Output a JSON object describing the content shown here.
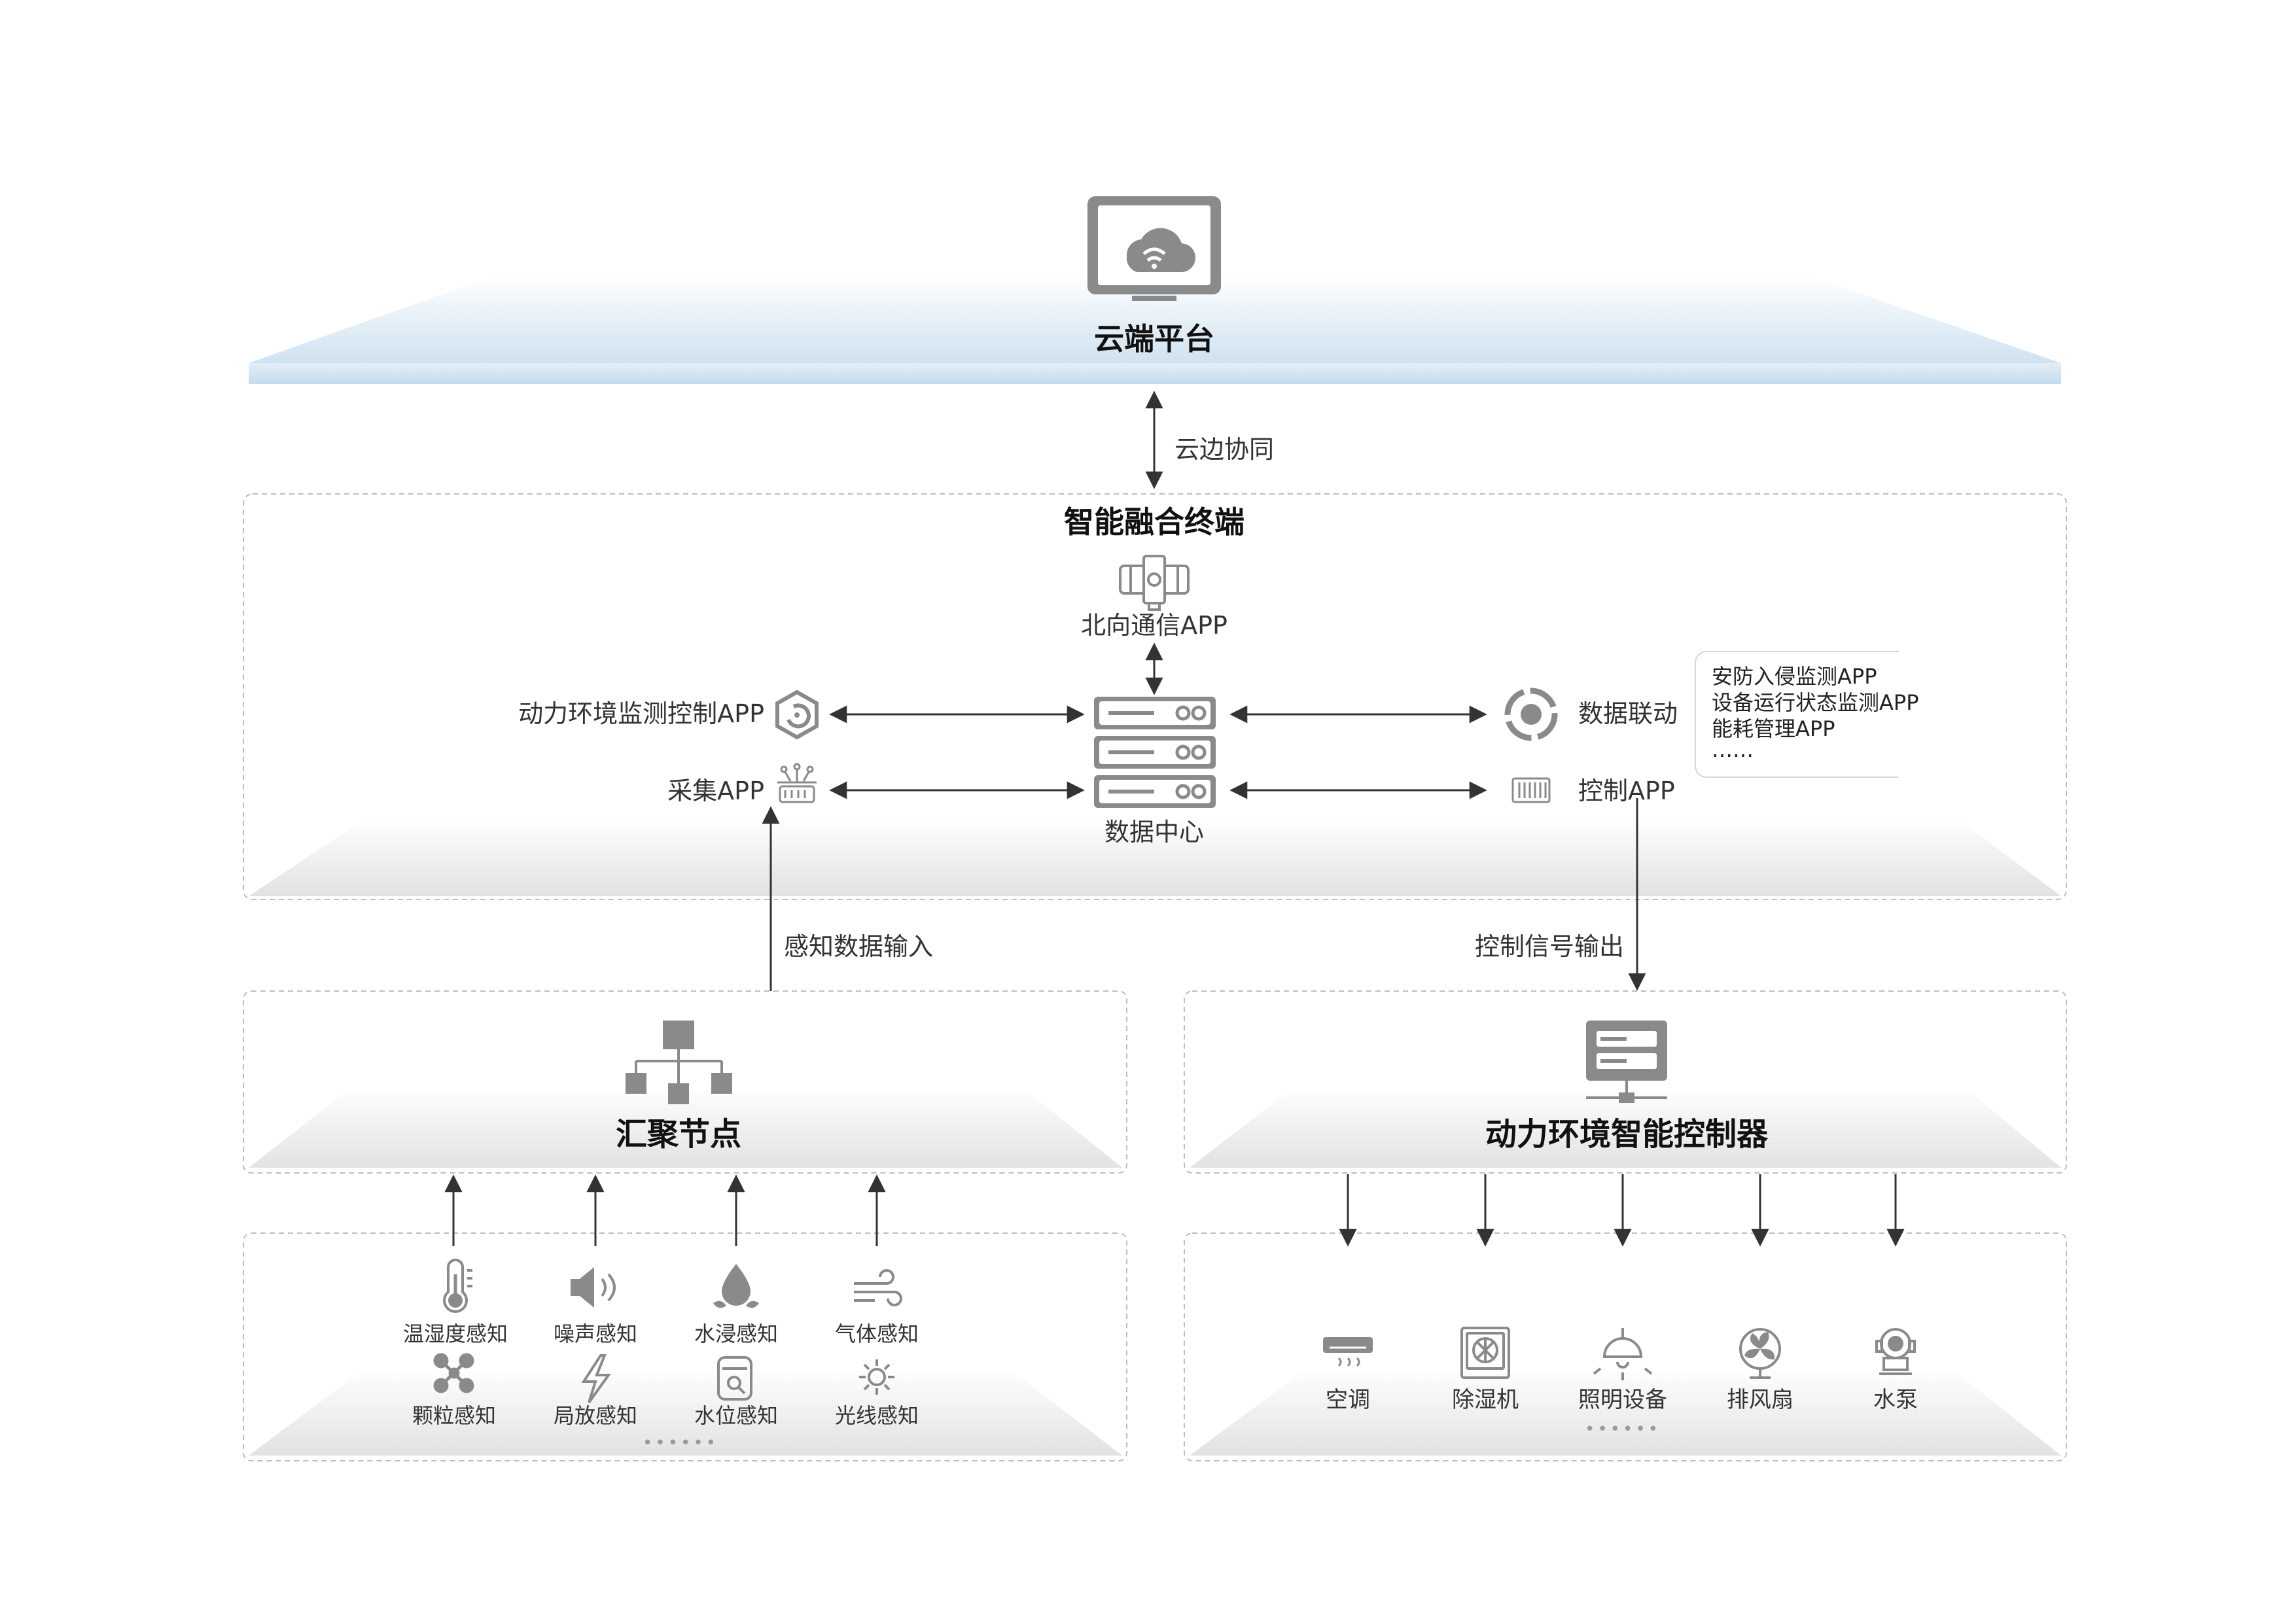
{
  "cloud": {
    "title": "云端平台",
    "icon": "cloud-monitor-icon"
  },
  "links": {
    "cloud_edge": "云边协同",
    "sensor_input": "感知数据输入",
    "control_output": "控制信号输出"
  },
  "terminal": {
    "title": "智能融合终端",
    "north_app": "北向通信APP",
    "env_app": "动力环境监测控制APP",
    "collect_app": "采集APP",
    "data_center": "数据中心",
    "linkage": "数据联动",
    "control_app": "控制APP",
    "callout": [
      "安防入侵监测APP",
      "设备运行状态监测APP",
      "能耗管理APP",
      "……"
    ]
  },
  "aggregation": {
    "title": "汇聚节点",
    "icon": "network-hierarchy-icon"
  },
  "controller": {
    "title": "动力环境智能控制器",
    "icon": "server-controller-icon"
  },
  "sensors": [
    {
      "label": "温湿度感知",
      "icon": "thermometer-icon"
    },
    {
      "label": "噪声感知",
      "icon": "speaker-icon"
    },
    {
      "label": "水浸感知",
      "icon": "water-drop-icon"
    },
    {
      "label": "气体感知",
      "icon": "wind-icon"
    },
    {
      "label": "颗粒感知",
      "icon": "particle-icon"
    },
    {
      "label": "局放感知",
      "icon": "lightning-icon"
    },
    {
      "label": "水位感知",
      "icon": "water-level-icon"
    },
    {
      "label": "光线感知",
      "icon": "sun-icon"
    }
  ],
  "sensor_more": "••••••",
  "devices": [
    {
      "label": "空调",
      "icon": "air-conditioner-icon"
    },
    {
      "label": "除湿机",
      "icon": "dehumidifier-icon"
    },
    {
      "label": "照明设备",
      "icon": "lamp-icon"
    },
    {
      "label": "排风扇",
      "icon": "fan-icon"
    },
    {
      "label": "水泵",
      "icon": "pump-icon"
    }
  ],
  "device_more": "••••••",
  "colors": {
    "arrow": "#333333",
    "icon": "#8a8a8a",
    "panel_border": "#bdbdbd",
    "cloud_plate": "#d6e6f3"
  }
}
